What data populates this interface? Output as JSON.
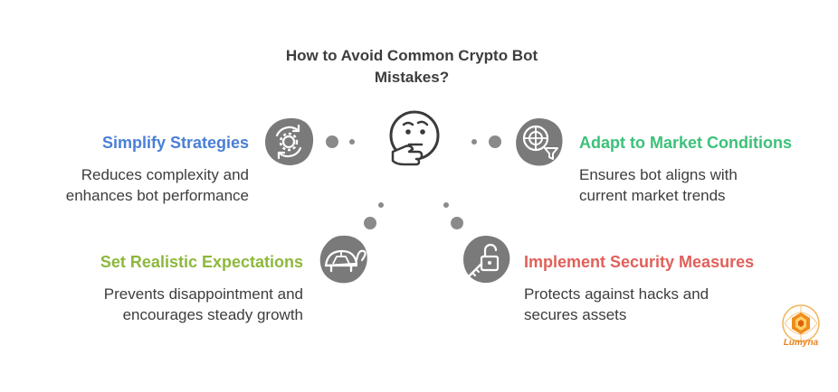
{
  "title": "How to Avoid Common Crypto Bot Mistakes?",
  "colors": {
    "simplify": "#4a7fd6",
    "adapt": "#3cc17a",
    "realistic": "#8db83c",
    "security": "#e0605a",
    "icon_bg": "#7a7a7a",
    "connector": "#8a8a8a"
  },
  "items": [
    {
      "heading": "Simplify Strategies",
      "description": "Reduces complexity and enhances bot performance",
      "icon": "gear-cycle-icon"
    },
    {
      "heading": "Adapt to Market Conditions",
      "description": "Ensures bot aligns with current market trends",
      "icon": "radar-filter-icon"
    },
    {
      "heading": "Set Realistic Expectations",
      "description": "Prevents disappointment and encourages steady growth",
      "icon": "turtle-icon"
    },
    {
      "heading": "Implement Security Measures",
      "description": "Protects against hacks and secures assets",
      "icon": "unlock-icon"
    }
  ],
  "center_icon": "thinking-face-icon",
  "logo": {
    "text": "Lumyna"
  }
}
